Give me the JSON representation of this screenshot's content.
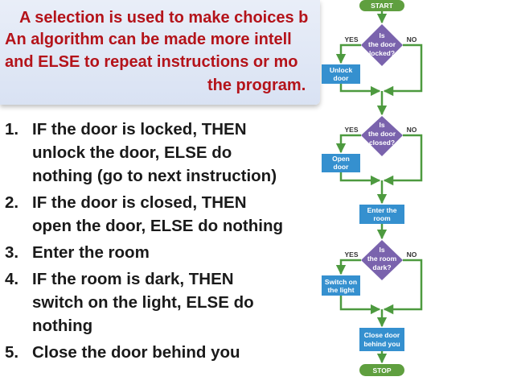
{
  "banner": {
    "line1": "A selection is used to make choices b",
    "line2": "An algorithm can be made more intell",
    "line3": "and ELSE to repeat instructions or mo",
    "line4": "the program",
    "line4_end": "."
  },
  "steps": [
    {
      "num": "1.",
      "lines": [
        "IF the door is locked, THEN",
        "unlock the door, ELSE do",
        "nothing (go to next instruction)"
      ]
    },
    {
      "num": "2.",
      "lines": [
        "IF the door is closed, THEN",
        "open the door, ELSE do nothing"
      ]
    },
    {
      "num": "3.",
      "lines": [
        "Enter the room"
      ]
    },
    {
      "num": "4.",
      "lines": [
        "IF the room is dark, THEN",
        "switch on the light, ELSE do",
        "nothing"
      ]
    },
    {
      "num": "5.",
      "lines": [
        "Close the door behind you"
      ]
    }
  ],
  "flowchart": {
    "start": "START",
    "stop": "STOP",
    "yes": "YES",
    "no": "NO",
    "decisions": [
      {
        "lines": [
          "Is",
          "the door",
          "locked?"
        ]
      },
      {
        "lines": [
          "Is",
          "the door",
          "closed?"
        ]
      },
      {
        "lines": [
          "Is",
          "the room",
          "dark?"
        ]
      }
    ],
    "actions": [
      {
        "lines": [
          "Unlock",
          "door"
        ]
      },
      {
        "lines": [
          "Open",
          "door"
        ]
      },
      {
        "lines": [
          "Switch on",
          "the light"
        ]
      }
    ],
    "enter": {
      "lines": [
        "Enter the",
        "room"
      ]
    },
    "close": {
      "lines": [
        "Close door",
        "behind you"
      ]
    },
    "colors": {
      "terminal": "#5f9f3f",
      "decision": "#7a63ad",
      "process": "#3590cf",
      "line": "#4d9a3f"
    }
  }
}
